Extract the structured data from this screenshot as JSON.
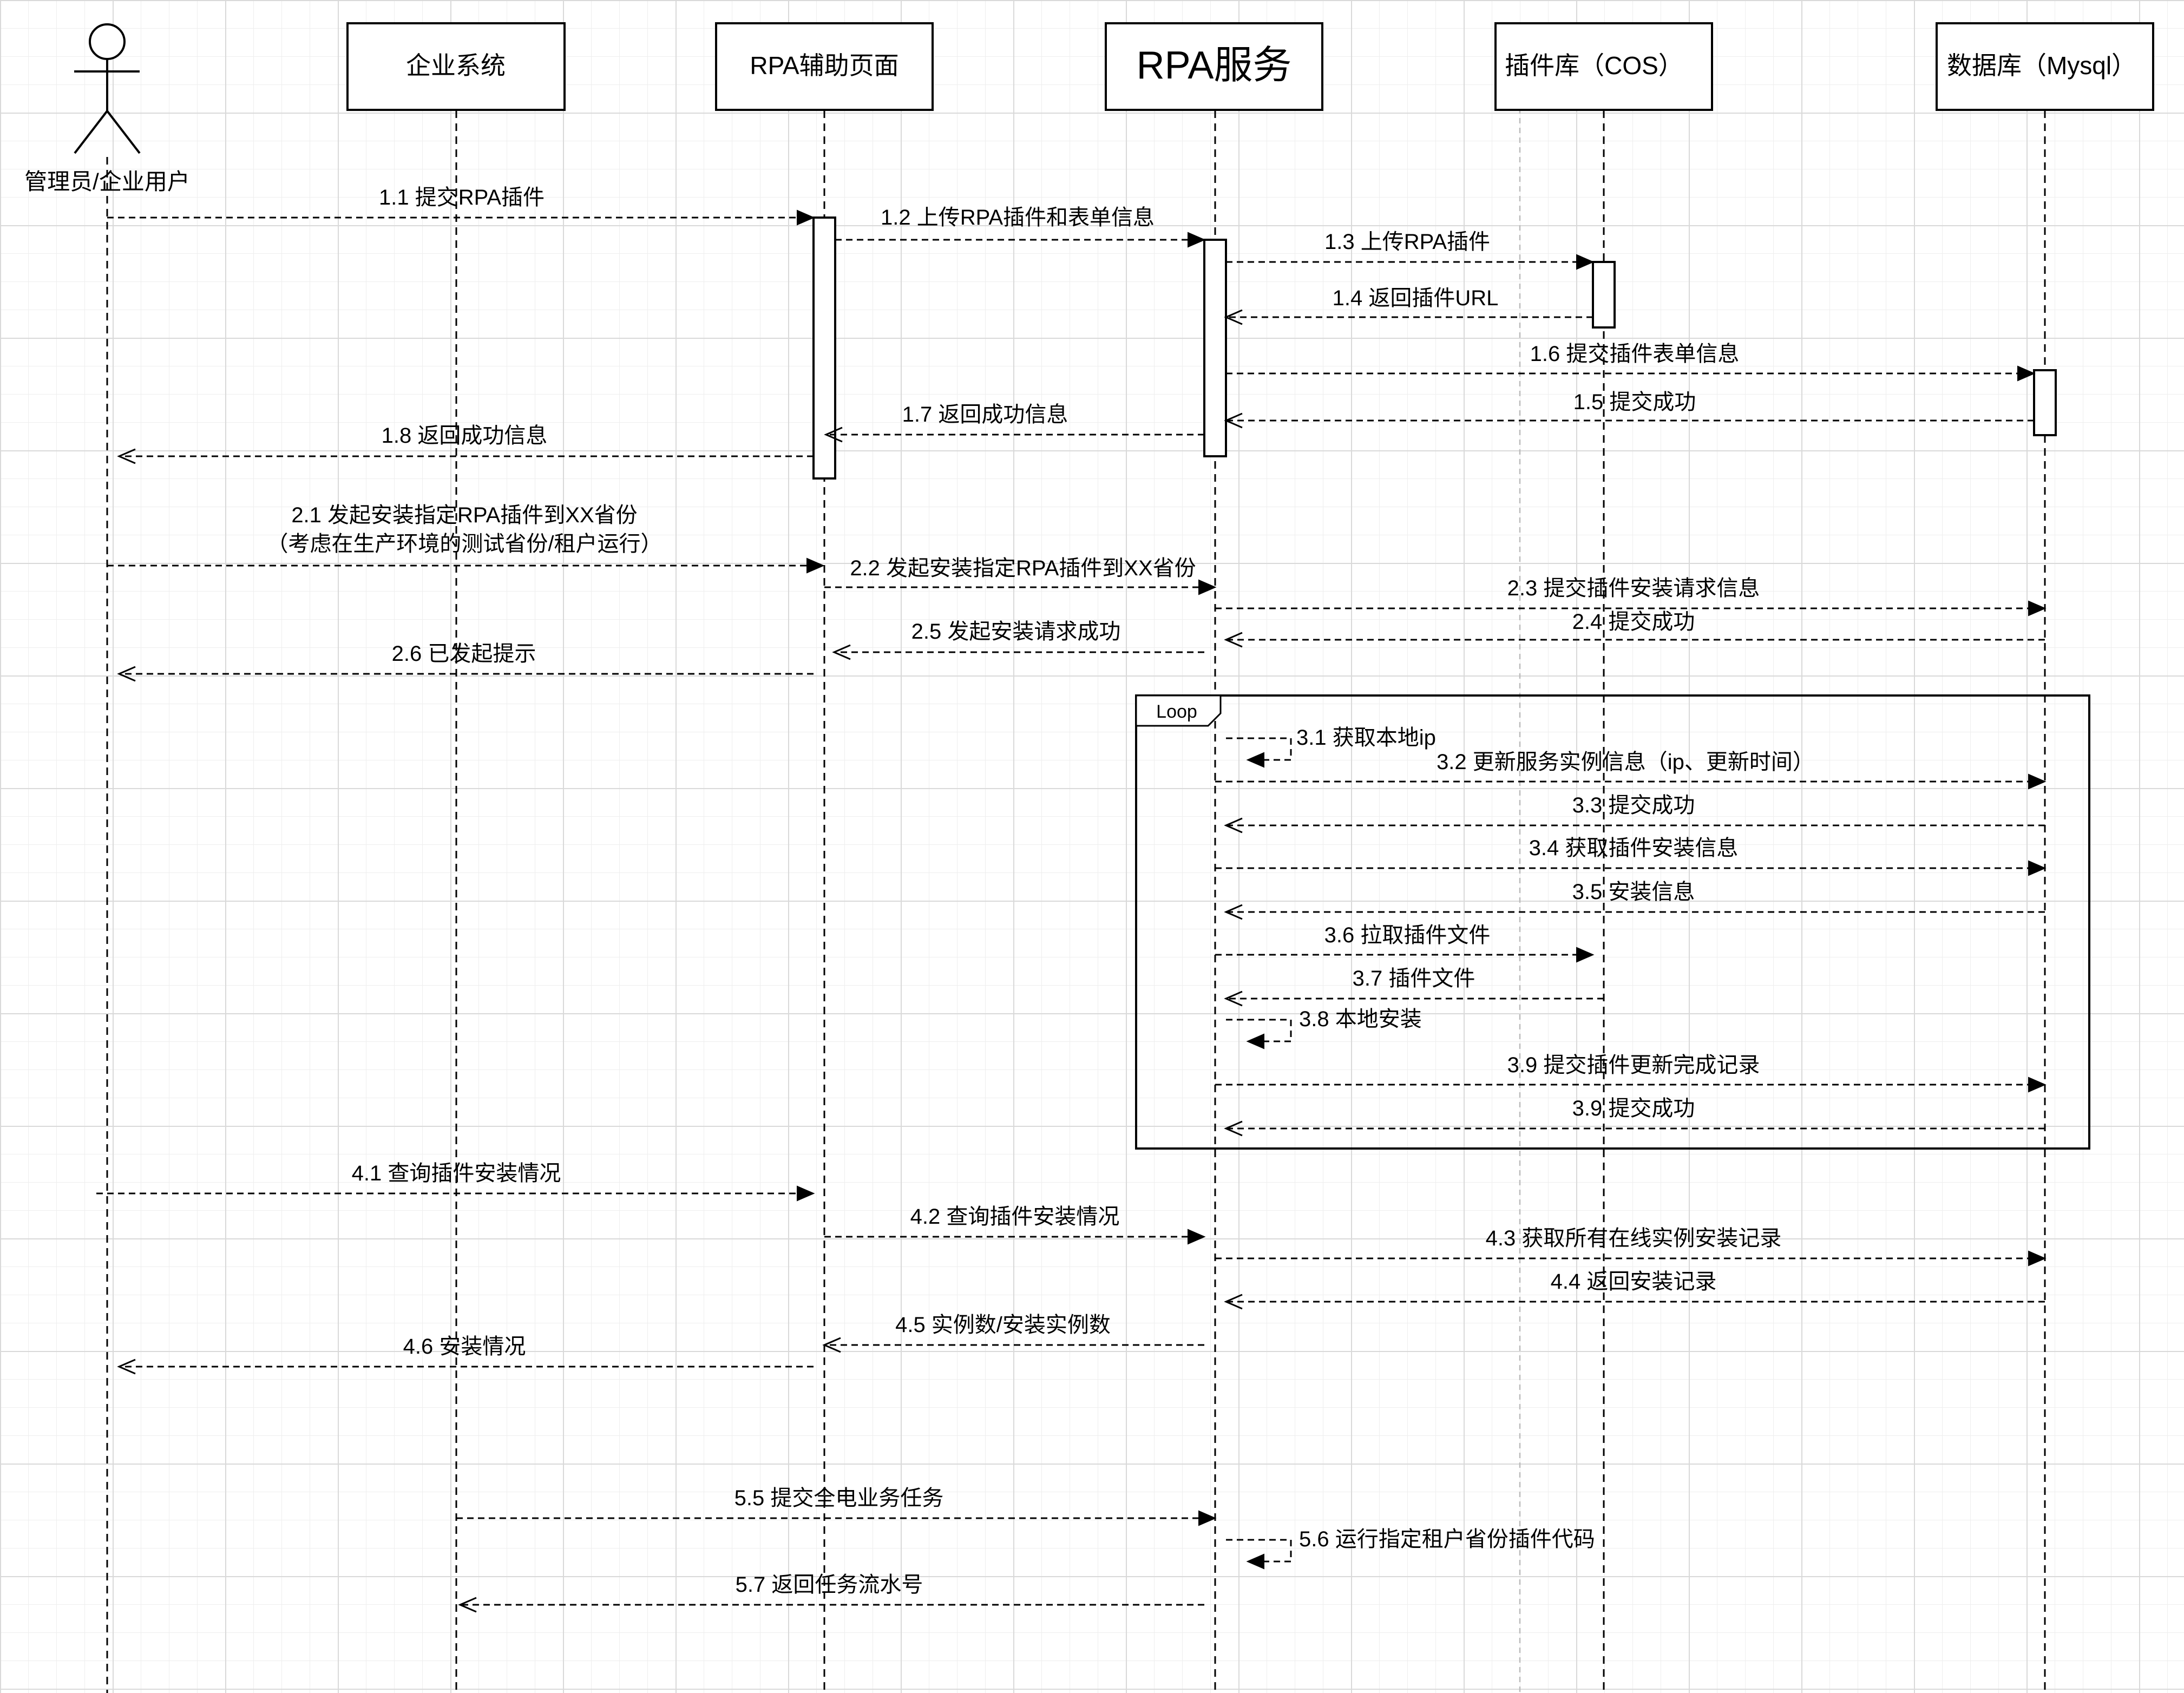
{
  "participants": [
    {
      "id": "user",
      "label": "管理员/企业用户"
    },
    {
      "id": "enterprise",
      "label": "企业系统"
    },
    {
      "id": "rpa_page",
      "label": "RPA辅助页面"
    },
    {
      "id": "rpa_service",
      "label": "RPA服务"
    },
    {
      "id": "plugin_lib",
      "label": "插件库（COS）"
    },
    {
      "id": "database",
      "label": "数据库（Mysql）"
    }
  ],
  "loop": {
    "label": "Loop"
  },
  "messages": [
    {
      "id": "m1_1",
      "label": "1.1 提交RPA插件"
    },
    {
      "id": "m1_2",
      "label": "1.2 上传RPA插件和表单信息"
    },
    {
      "id": "m1_3",
      "label": "1.3 上传RPA插件"
    },
    {
      "id": "m1_4",
      "label": "1.4 返回插件URL"
    },
    {
      "id": "m1_6",
      "label": "1.6 提交插件表单信息"
    },
    {
      "id": "m1_5",
      "label": "1.5 提交成功"
    },
    {
      "id": "m1_7",
      "label": "1.7 返回成功信息"
    },
    {
      "id": "m1_8",
      "label": "1.8 返回成功信息"
    },
    {
      "id": "m2_1",
      "label": "2.1 发起安装指定RPA插件到XX省份",
      "label2": "（考虑在生产环境的测试省份/租户运行）"
    },
    {
      "id": "m2_2",
      "label": "2.2 发起安装指定RPA插件到XX省份"
    },
    {
      "id": "m2_3",
      "label": "2.3 提交插件安装请求信息"
    },
    {
      "id": "m2_4",
      "label": "2.4 提交成功"
    },
    {
      "id": "m2_5",
      "label": "2.5 发起安装请求成功"
    },
    {
      "id": "m2_6",
      "label": "2.6 已发起提示"
    },
    {
      "id": "m3_1",
      "label": "3.1 获取本地ip"
    },
    {
      "id": "m3_2",
      "label": "3.2 更新服务实例信息（ip、更新时间）"
    },
    {
      "id": "m3_3",
      "label": "3.3 提交成功"
    },
    {
      "id": "m3_4",
      "label": "3.4 获取插件安装信息"
    },
    {
      "id": "m3_5",
      "label": "3.5 安装信息"
    },
    {
      "id": "m3_6",
      "label": "3.6 拉取插件文件"
    },
    {
      "id": "m3_7",
      "label": "3.7 插件文件"
    },
    {
      "id": "m3_8",
      "label": "3.8 本地安装"
    },
    {
      "id": "m3_9a",
      "label": "3.9 提交插件更新完成记录"
    },
    {
      "id": "m3_9b",
      "label": "3.9 提交成功"
    },
    {
      "id": "m4_1",
      "label": "4.1 查询插件安装情况"
    },
    {
      "id": "m4_2",
      "label": "4.2 查询插件安装情况"
    },
    {
      "id": "m4_3",
      "label": "4.3 获取所有在线实例安装记录"
    },
    {
      "id": "m4_4",
      "label": "4.4 返回安装记录"
    },
    {
      "id": "m4_5",
      "label": "4.5 实例数/安装实例数"
    },
    {
      "id": "m4_6",
      "label": "4.6 安装情况"
    },
    {
      "id": "m5_5",
      "label": "5.5 提交全电业务任务"
    },
    {
      "id": "m5_6",
      "label": "5.6 运行指定租户省份插件代码"
    },
    {
      "id": "m5_7",
      "label": "5.7 返回任务流水号"
    }
  ]
}
